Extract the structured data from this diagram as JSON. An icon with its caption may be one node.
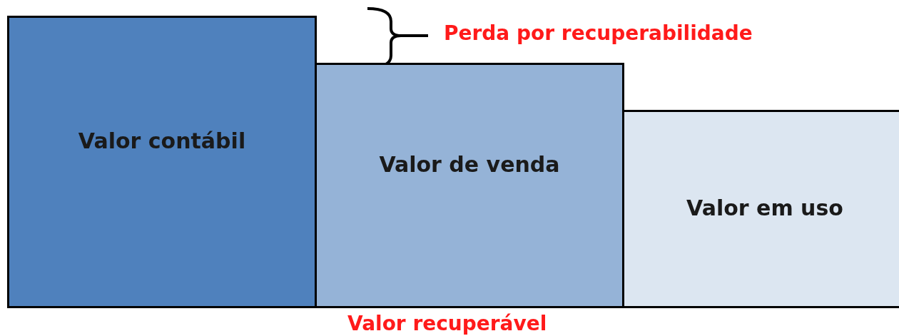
{
  "diagram": {
    "nodes": [
      {
        "text": [
          "Valor contábil"
        ]
      },
      {
        "text": [
          "Valor de venda"
        ]
      },
      {
        "text": [
          "Valor em uso"
        ]
      }
    ],
    "labels": [
      "Perda por recuperabilidade",
      "Valor recuperável"
    ]
  }
}
